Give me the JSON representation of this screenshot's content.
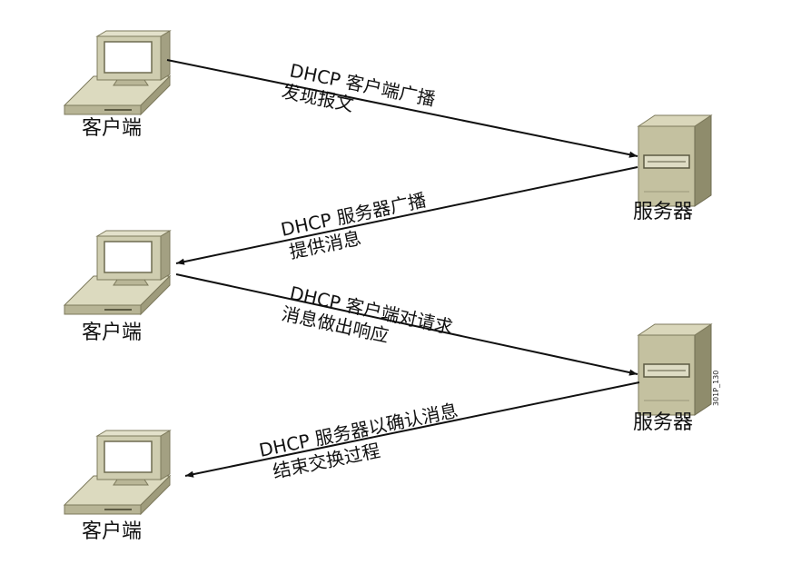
{
  "nodes": {
    "client_1": {
      "label": "客户端",
      "icon": "desktop-computer-icon"
    },
    "client_2": {
      "label": "客户端",
      "icon": "desktop-computer-icon"
    },
    "client_3": {
      "label": "客户端",
      "icon": "desktop-computer-icon"
    },
    "server_1": {
      "label": "服务器",
      "icon": "tower-server-icon"
    },
    "server_2": {
      "label": "服务器",
      "icon": "tower-server-icon"
    }
  },
  "messages": [
    {
      "line1": "DHCP 客户端广播",
      "line2": "发现报文"
    },
    {
      "line1": "DHCP 服务器广播",
      "line2": "提供消息"
    },
    {
      "line1": "DHCP 客户端对请求",
      "line2": "消息做出响应"
    },
    {
      "line1": "DHCP 服务器以确认消息",
      "line2": "结束交换过程"
    }
  ],
  "figure_code": "301P_130",
  "colors": {
    "device_fill": "#c9c6a6",
    "device_dark": "#8e8b6c",
    "line": "#111111"
  }
}
